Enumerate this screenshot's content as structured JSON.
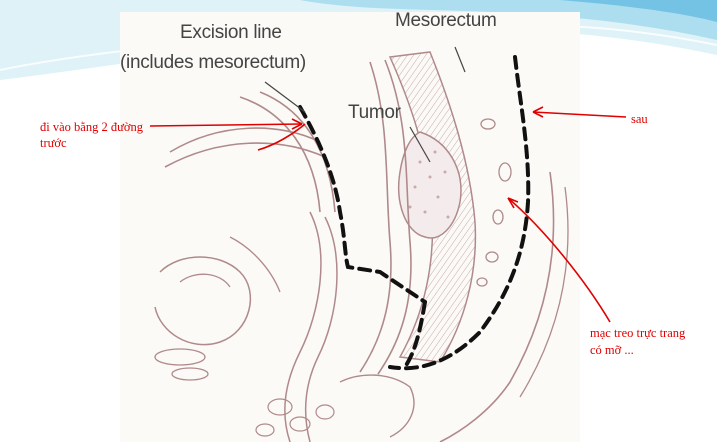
{
  "figure": {
    "excision_line_label": [
      "Excision line",
      "(includes mesorectum)"
    ],
    "mesorectum_label": "Mesorectum",
    "tumor_label": "Tumor"
  },
  "annotations": {
    "anterior_note": [
      "đi vào bằng 2 đường",
      "trước"
    ],
    "posterior_note": "sau",
    "mesentery_note": [
      "mạc treo trực trang",
      "có mỡ ..."
    ]
  },
  "colors": {
    "annotation_red": "#e00000",
    "anatomy_line": "#b08a8a",
    "excision_dash": "#111111",
    "slide_accent": "#5bb8de"
  }
}
